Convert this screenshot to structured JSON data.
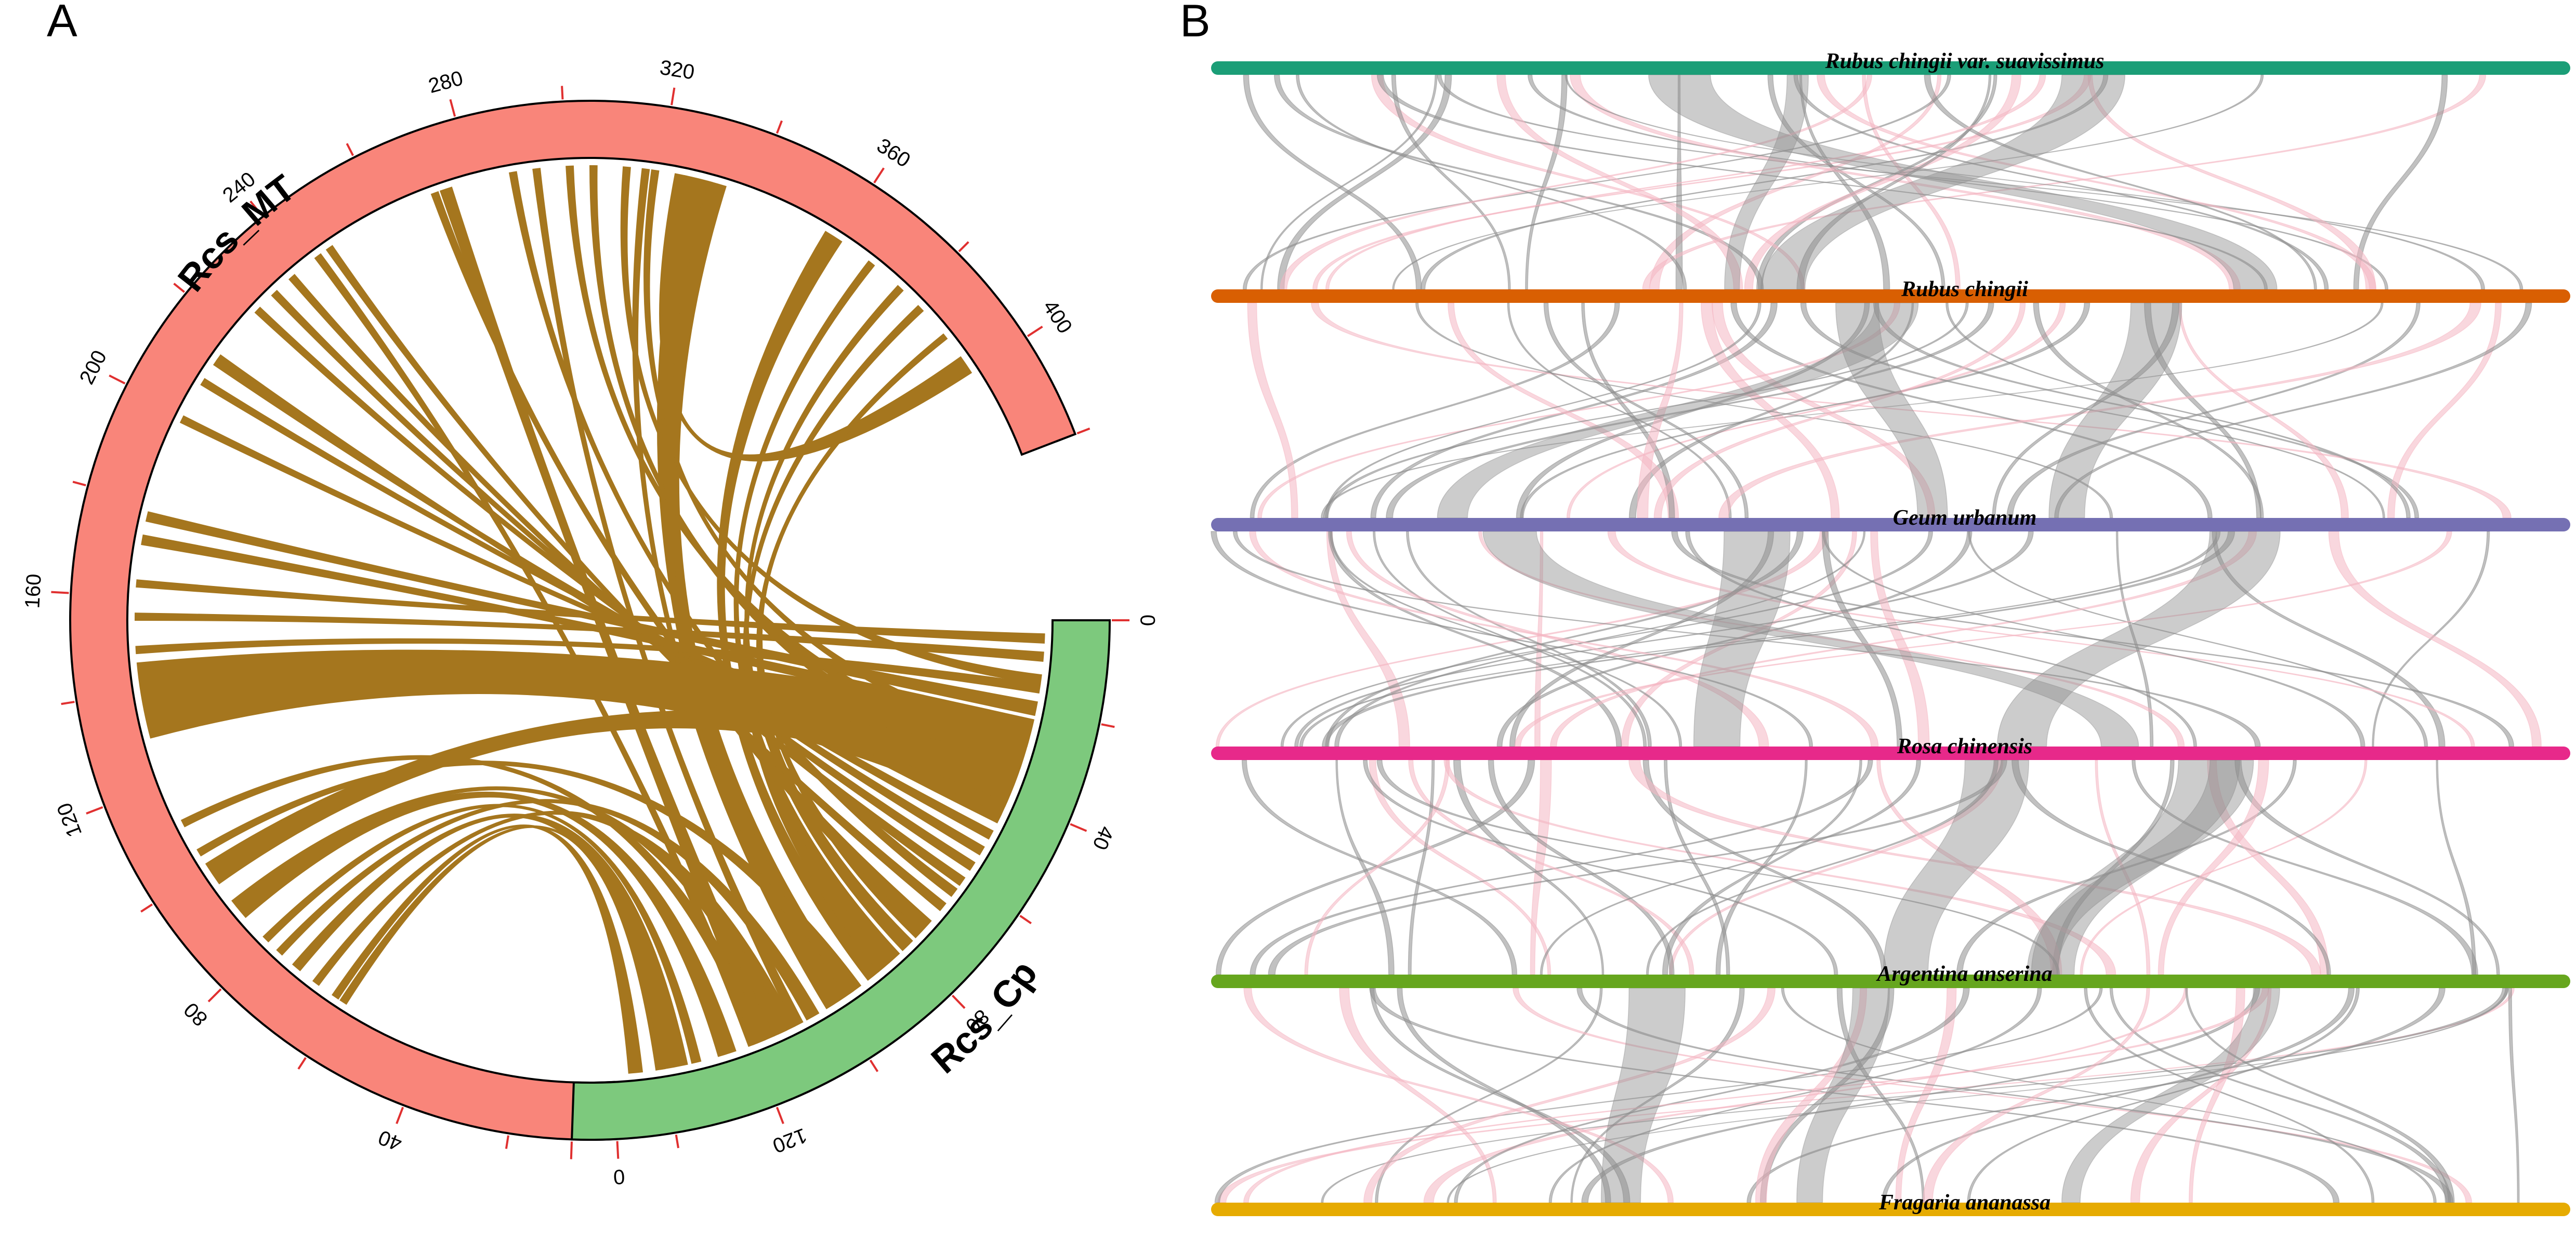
{
  "panels": {
    "a": "A",
    "b": "B"
  },
  "circos": {
    "ribbon_color": "#a5761e",
    "segments": [
      {
        "name": "Rcs_MT",
        "color": "#f9857a",
        "length": 420,
        "tick_labels": [
          "0",
          "40",
          "80",
          "120",
          "160",
          "200",
          "240",
          "280",
          "320",
          "360",
          "400"
        ]
      },
      {
        "name": "Rcs_Cp",
        "color": "#7dc97d",
        "length": 160,
        "tick_labels": [
          "0",
          "40",
          "80",
          "120"
        ]
      }
    ]
  },
  "synteny": {
    "pink": "#f4b6c2",
    "grey": "#8e8e8e",
    "species": [
      {
        "name": "Rubus chingii var. suavissimus",
        "color": "#1b9e77"
      },
      {
        "name": "Rubus chingii",
        "color": "#d95f02"
      },
      {
        "name": "Geum urbanum",
        "color": "#7570b3"
      },
      {
        "name": "Rosa chinensis",
        "color": "#e7298a"
      },
      {
        "name": "Argentina anserina",
        "color": "#66a61e"
      },
      {
        "name": "Fragaria ananassa",
        "color": "#e6ab02"
      }
    ]
  }
}
